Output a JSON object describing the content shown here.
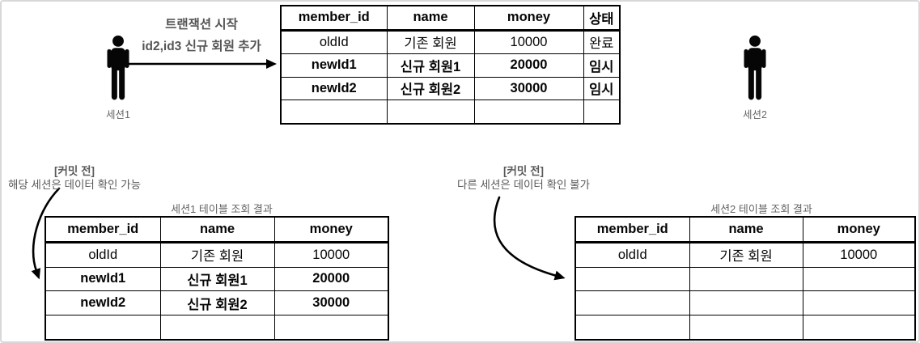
{
  "session1": {
    "label": "세션1"
  },
  "session2": {
    "label": "세션2"
  },
  "transaction_arrow": {
    "line1": "트랜잭션 시작",
    "line2": "id2,id3 신규 회원 추가"
  },
  "main_table": {
    "headers": [
      "member_id",
      "name",
      "money",
      "상태"
    ],
    "rows": [
      {
        "cells": [
          "oldId",
          "기존 회원",
          "10000",
          "완료"
        ],
        "bold": false
      },
      {
        "cells": [
          "newId1",
          "신규 회원1",
          "20000",
          "임시"
        ],
        "bold": true
      },
      {
        "cells": [
          "newId2",
          "신규 회원2",
          "30000",
          "임시"
        ],
        "bold": true
      },
      {
        "cells": [
          "",
          "",
          "",
          ""
        ],
        "bold": false
      }
    ]
  },
  "left_note": {
    "line1": "[커밋 전]",
    "line2": "해당 세션은 데이터 확인 가능"
  },
  "right_note": {
    "line1": "[커밋 전]",
    "line2": "다른 세션은 데이터 확인 불가"
  },
  "session1_table": {
    "caption": "세션1 테이블 조회 결과",
    "headers": [
      "member_id",
      "name",
      "money"
    ],
    "rows": [
      {
        "cells": [
          "oldId",
          "기존 회원",
          "10000"
        ],
        "bold": false
      },
      {
        "cells": [
          "newId1",
          "신규 회원1",
          "20000"
        ],
        "bold": true
      },
      {
        "cells": [
          "newId2",
          "신규 회원2",
          "30000"
        ],
        "bold": true
      },
      {
        "cells": [
          "",
          "",
          ""
        ],
        "bold": false
      }
    ]
  },
  "session2_table": {
    "caption": "세션2 테이블 조회 결과",
    "headers": [
      "member_id",
      "name",
      "money"
    ],
    "rows": [
      {
        "cells": [
          "oldId",
          "기존 회원",
          "10000"
        ],
        "bold": false
      },
      {
        "cells": [
          "",
          "",
          ""
        ],
        "bold": false
      },
      {
        "cells": [
          "",
          "",
          ""
        ],
        "bold": false
      },
      {
        "cells": [
          "",
          "",
          ""
        ],
        "bold": false
      }
    ]
  }
}
